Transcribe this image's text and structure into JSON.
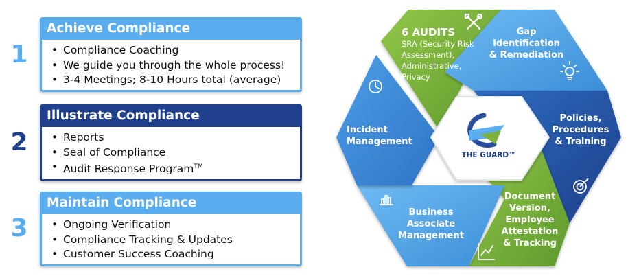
{
  "colors": {
    "light_blue": "#5aaef0",
    "dark_blue": "#1f3f8c",
    "green": "#7bb13c"
  },
  "steps": [
    {
      "number": "1",
      "title": "Achieve Compliance",
      "items": [
        "Compliance Coaching",
        "We guide you through the whole process!",
        "3-4 Meetings; 8-10 Hours total (average)"
      ]
    },
    {
      "number": "2",
      "title": "Illustrate Compliance",
      "items": [
        "Reports",
        "Seal of Compliance",
        "Audit Response Program"
      ],
      "trademark": "TM"
    },
    {
      "number": "3",
      "title": "Maintain Compliance",
      "items": [
        "Ongoing Verification",
        "Compliance Tracking & Updates",
        "Customer Success Coaching"
      ]
    }
  ],
  "wheel": {
    "center_label": "THE GUARD™",
    "segments": {
      "audits": {
        "title": "6 AUDITS",
        "lines": [
          "SRA (Security Risk",
          "Assessment),",
          "Administrative,",
          "Privacy"
        ],
        "icon": "tools-icon"
      },
      "gap": {
        "lines": [
          "Gap",
          "Identification",
          "& Remediation"
        ],
        "icon": "lightbulb-icon"
      },
      "policies": {
        "lines": [
          "Policies,",
          "Procedures",
          "& Training"
        ],
        "icon": "target-icon"
      },
      "document": {
        "lines": [
          "Document",
          "Version,",
          "Employee",
          "Attestation",
          "& Tracking"
        ],
        "icon": "line-chart-icon"
      },
      "business": {
        "lines": [
          "Business",
          "Associate",
          "Management"
        ],
        "icon": "bar-chart-icon"
      },
      "incident": {
        "lines": [
          "Incident",
          "Management"
        ],
        "icon": "clock-icon"
      }
    }
  }
}
